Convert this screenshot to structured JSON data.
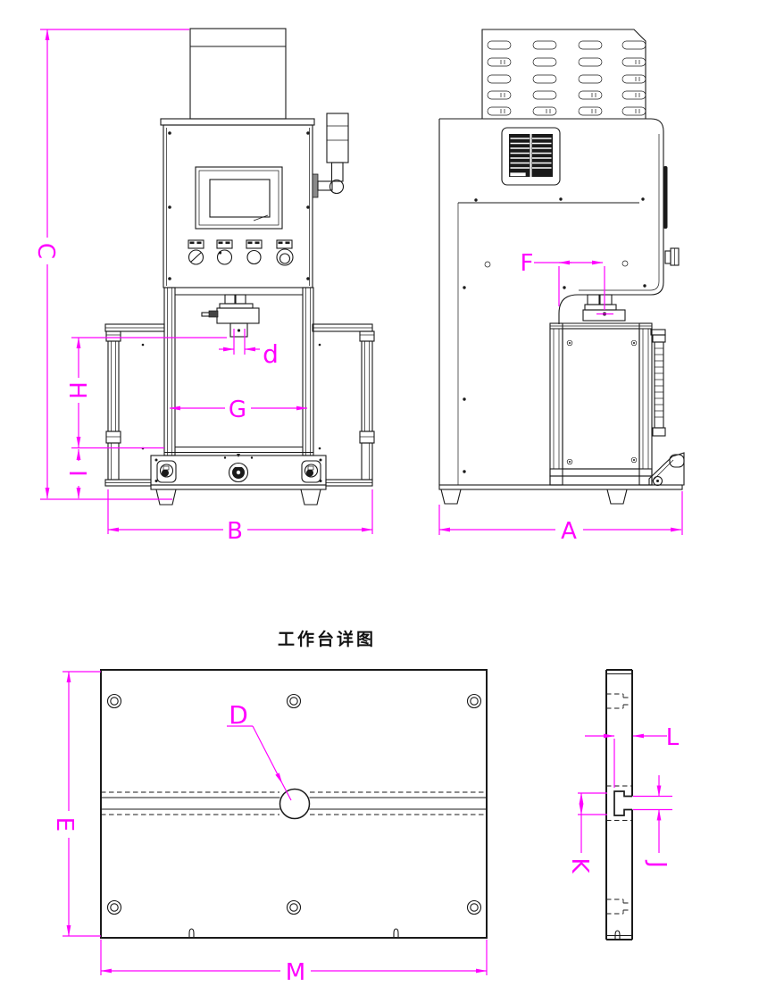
{
  "title": "工作台详图",
  "colors": {
    "dimension_color": "#FF00FF",
    "drawing_color": "#1A1A1A",
    "background": "#FFFFFF"
  },
  "views": {
    "front_view": {
      "dimension_labels": [
        "C",
        "H",
        "I",
        "G",
        "d",
        "B"
      ]
    },
    "side_view": {
      "dimension_labels": [
        "F",
        "A"
      ]
    },
    "worktable_top_view": {
      "dimension_labels": [
        "E",
        "D",
        "M"
      ]
    },
    "worktable_section_view": {
      "dimension_labels": [
        "L",
        "K",
        "J"
      ]
    }
  },
  "dimensions": {
    "A": "A",
    "B": "B",
    "C": "C",
    "D": "D",
    "E": "E",
    "F": "F",
    "G": "G",
    "H": "H",
    "I": "I",
    "J": "J",
    "K": "K",
    "L": "L",
    "M": "M",
    "d": "d"
  }
}
